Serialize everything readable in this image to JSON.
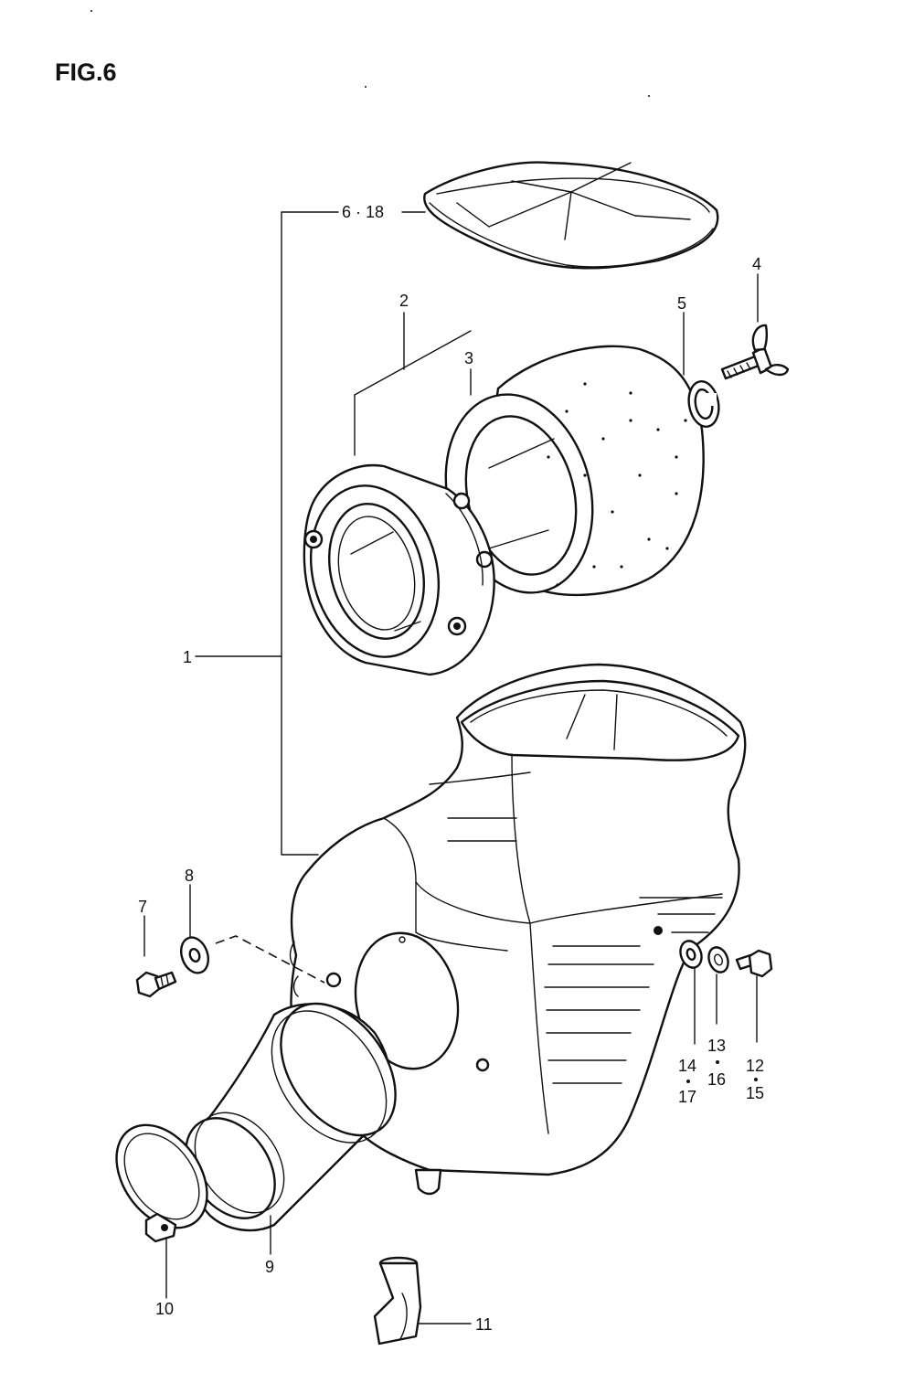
{
  "figure": {
    "title": "FIG.6"
  },
  "callouts": {
    "c1": "1",
    "c2": "2",
    "c3": "3",
    "c4": "4",
    "c5": "5",
    "c6_18": "6 · 18",
    "c7": "7",
    "c8": "8",
    "c9": "9",
    "c10": "10",
    "c11": "11",
    "c12": "12",
    "c15": "15",
    "c13": "13",
    "c16": "16",
    "c14": "14",
    "c17": "17"
  }
}
